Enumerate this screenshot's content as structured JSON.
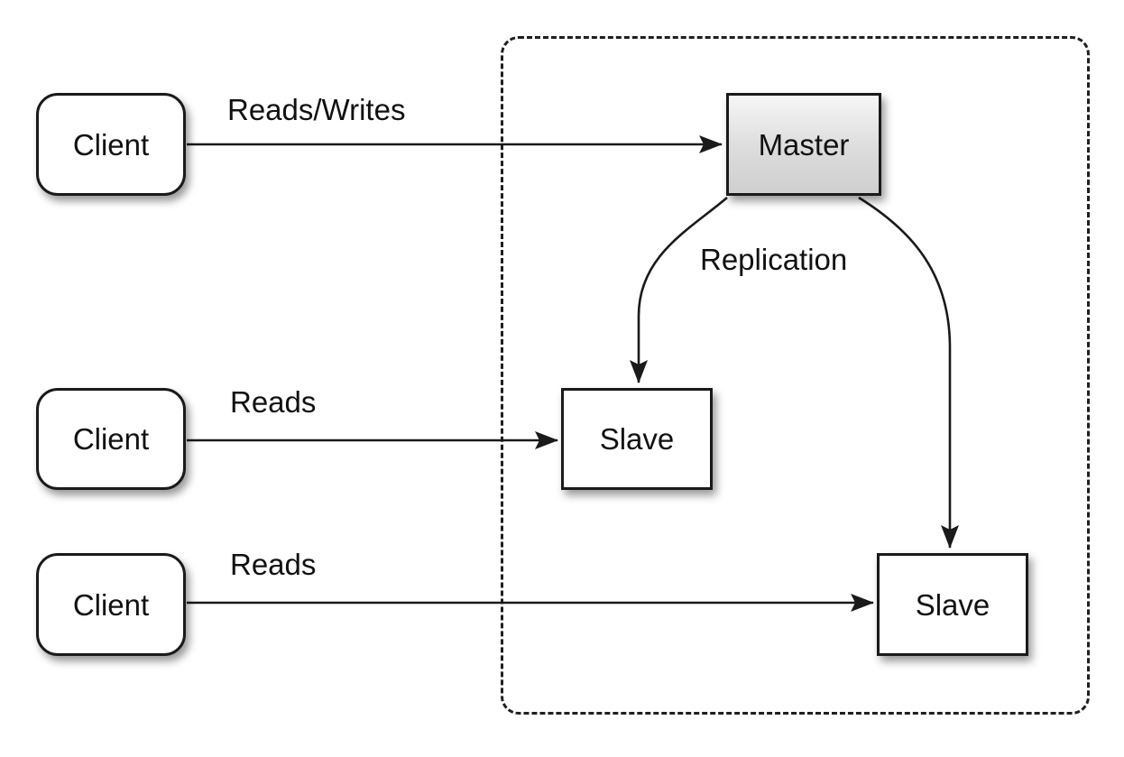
{
  "diagram": {
    "type": "architecture-diagram",
    "topic": "Database master-slave replication",
    "background_color": "#ffffff",
    "stroke_color": "#1a1a1a",
    "node_fill_color": "#ffffff",
    "master_fill_gradient": [
      "#f6f6f6",
      "#cfcfcf"
    ],
    "group": {
      "name": "replication-group",
      "border_style": "dashed"
    },
    "nodes": {
      "client1": {
        "label": "Client",
        "shape": "rounded-rectangle"
      },
      "client2": {
        "label": "Client",
        "shape": "rounded-rectangle"
      },
      "client3": {
        "label": "Client",
        "shape": "rounded-rectangle"
      },
      "master": {
        "label": "Master",
        "shape": "rectangle"
      },
      "slave1": {
        "label": "Slave",
        "shape": "rectangle"
      },
      "slave2": {
        "label": "Slave",
        "shape": "rectangle"
      }
    },
    "edges": {
      "client1_to_master": {
        "label": "Reads/Writes",
        "from": "client1",
        "to": "master"
      },
      "client2_to_slave1": {
        "label": "Reads",
        "from": "client2",
        "to": "slave1"
      },
      "client3_to_slave2": {
        "label": "Reads",
        "from": "client3",
        "to": "slave2"
      },
      "master_to_slave1": {
        "label": "Replication",
        "from": "master",
        "to": "slave1"
      },
      "master_to_slave2": {
        "label": "",
        "from": "master",
        "to": "slave2"
      }
    }
  }
}
